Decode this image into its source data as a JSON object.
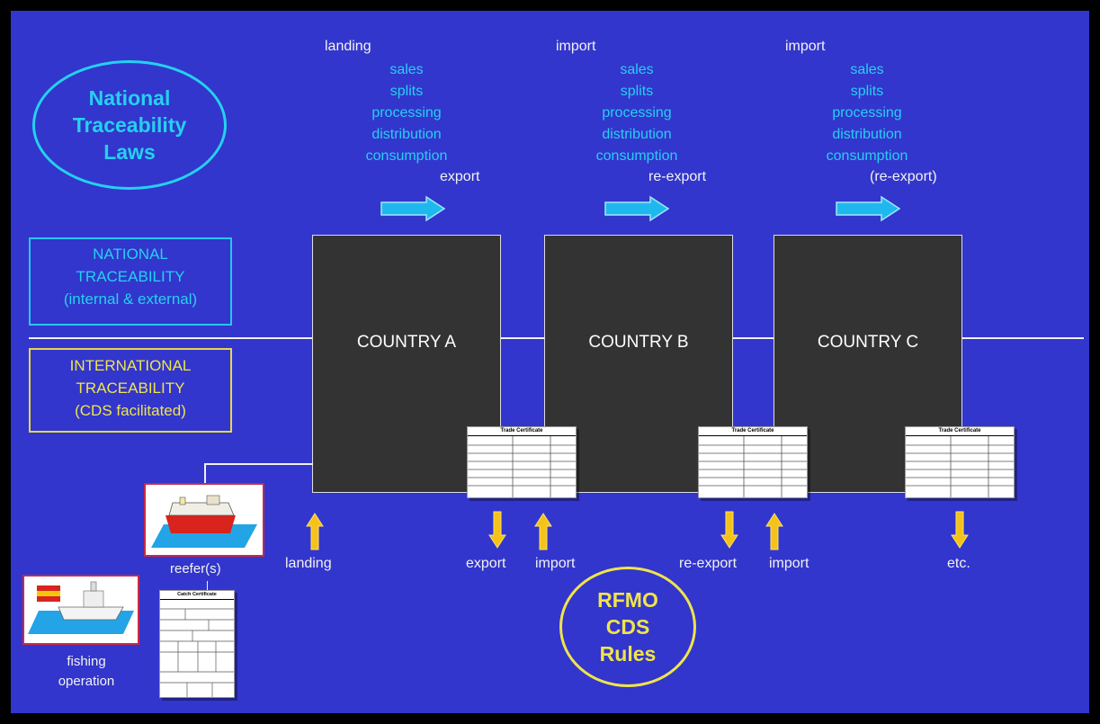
{
  "oval_national": {
    "line1": "National",
    "line2": "Traceability",
    "line3": "Laws"
  },
  "oval_rfmo": {
    "line1": "RFMO",
    "line2": "CDS",
    "line3": "Rules"
  },
  "national_box": {
    "line1": "NATIONAL",
    "line2": "TRACEABILITY",
    "line3": "(internal & external)"
  },
  "international_box": {
    "line1": "INTERNATIONAL",
    "line2": "TRACEABILITY",
    "line3": "(CDS facilitated)"
  },
  "col_a": {
    "top": "landing",
    "chain": [
      "sales",
      "splits",
      "processing",
      "distribution",
      "consumption"
    ],
    "out": "export"
  },
  "col_b": {
    "top": "import",
    "chain": [
      "sales",
      "splits",
      "processing",
      "distribution",
      "consumption"
    ],
    "out": "re-export"
  },
  "col_c": {
    "top": "import",
    "chain": [
      "sales",
      "splits",
      "processing",
      "distribution",
      "consumption"
    ],
    "out": "(re-export)"
  },
  "countries": [
    "COUNTRY A",
    "COUNTRY B",
    "COUNTRY C"
  ],
  "certificates": {
    "trade": "Trade Certificate",
    "catch": "Catch Certificate"
  },
  "bottom_labels": {
    "landing": "landing",
    "export": "export",
    "import1": "import",
    "reexport": "re-export",
    "import2": "import",
    "etc": "etc."
  },
  "vessels": {
    "reefer": "reefer(s)",
    "fishing_line1": "fishing",
    "fishing_line2": "operation"
  },
  "colors": {
    "background": "#3236cc",
    "border": "#000000",
    "country_box": "#333333",
    "cyan_text": "#26d0f0",
    "yellow_text": "#f0e44a",
    "arrow_blue": "#1fb8ee",
    "arrow_yellow": "#f5c21a"
  }
}
